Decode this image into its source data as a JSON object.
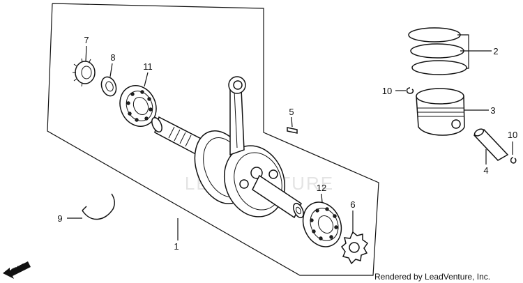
{
  "callouts": [
    {
      "id": "1",
      "text": "1"
    },
    {
      "id": "2",
      "text": "2"
    },
    {
      "id": "3",
      "text": "3"
    },
    {
      "id": "4",
      "text": "4"
    },
    {
      "id": "5",
      "text": "5"
    },
    {
      "id": "6",
      "text": "6"
    },
    {
      "id": "7",
      "text": "7"
    },
    {
      "id": "8",
      "text": "8"
    },
    {
      "id": "9",
      "text": "9"
    },
    {
      "id": "10a",
      "text": "10"
    },
    {
      "id": "10b",
      "text": "10"
    },
    {
      "id": "11",
      "text": "11"
    },
    {
      "id": "12",
      "text": "12"
    }
  ],
  "fwd_label": "FWD",
  "watermark": "LEADVENTURE",
  "credit": "Rendered by LeadVenture, Inc."
}
